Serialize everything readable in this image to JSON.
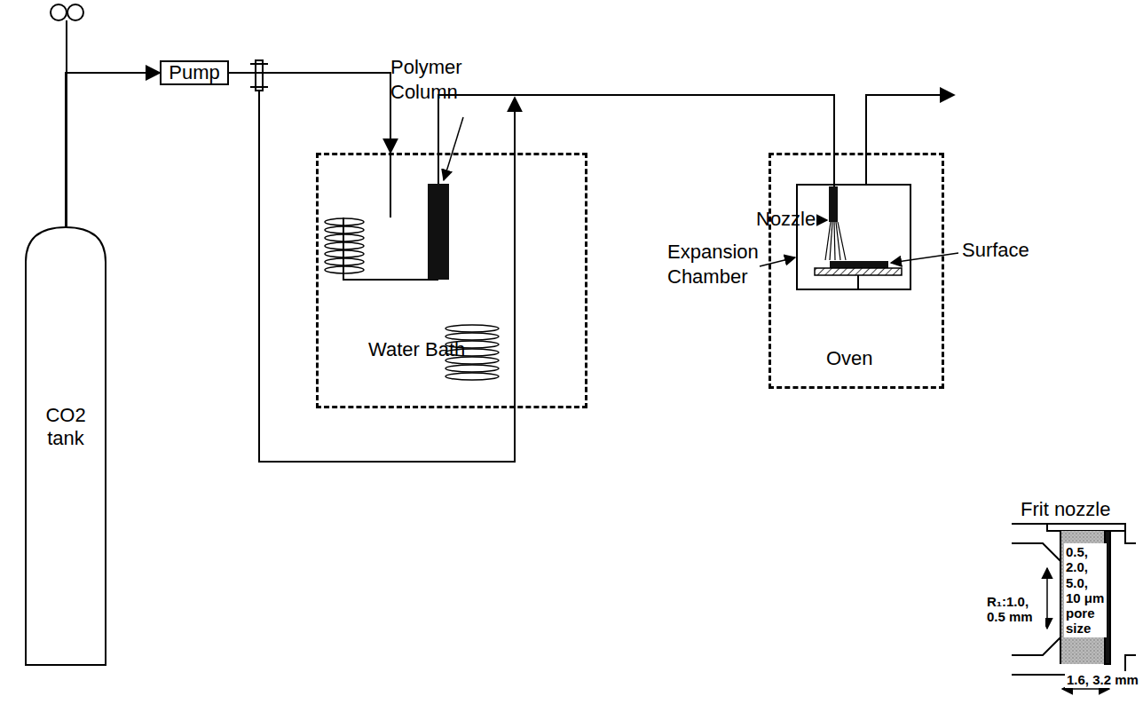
{
  "diagram": {
    "nodes": [
      {
        "text": [
          "CO2 tank"
        ]
      },
      {
        "text": [
          "Pump"
        ]
      },
      {
        "text": [
          "Water Bath"
        ]
      },
      {
        "text": [
          "Oven"
        ]
      }
    ],
    "edges": [
      {
        "from": 0,
        "to": 1,
        "arrow": "to"
      },
      {
        "from": 1,
        "to": 2,
        "arrow": "to"
      },
      {
        "from": 2,
        "to": 3,
        "arrow": "none"
      }
    ],
    "labels": [
      "Polymer Column",
      "Nozzle",
      "Expansion Chamber",
      "Surface",
      "Frit nozzle",
      "0.5, 2.0, 5.0, 10 μm pore size",
      "R₁:1.0, 0.5 mm",
      "1.6, 3.2 mm"
    ]
  }
}
